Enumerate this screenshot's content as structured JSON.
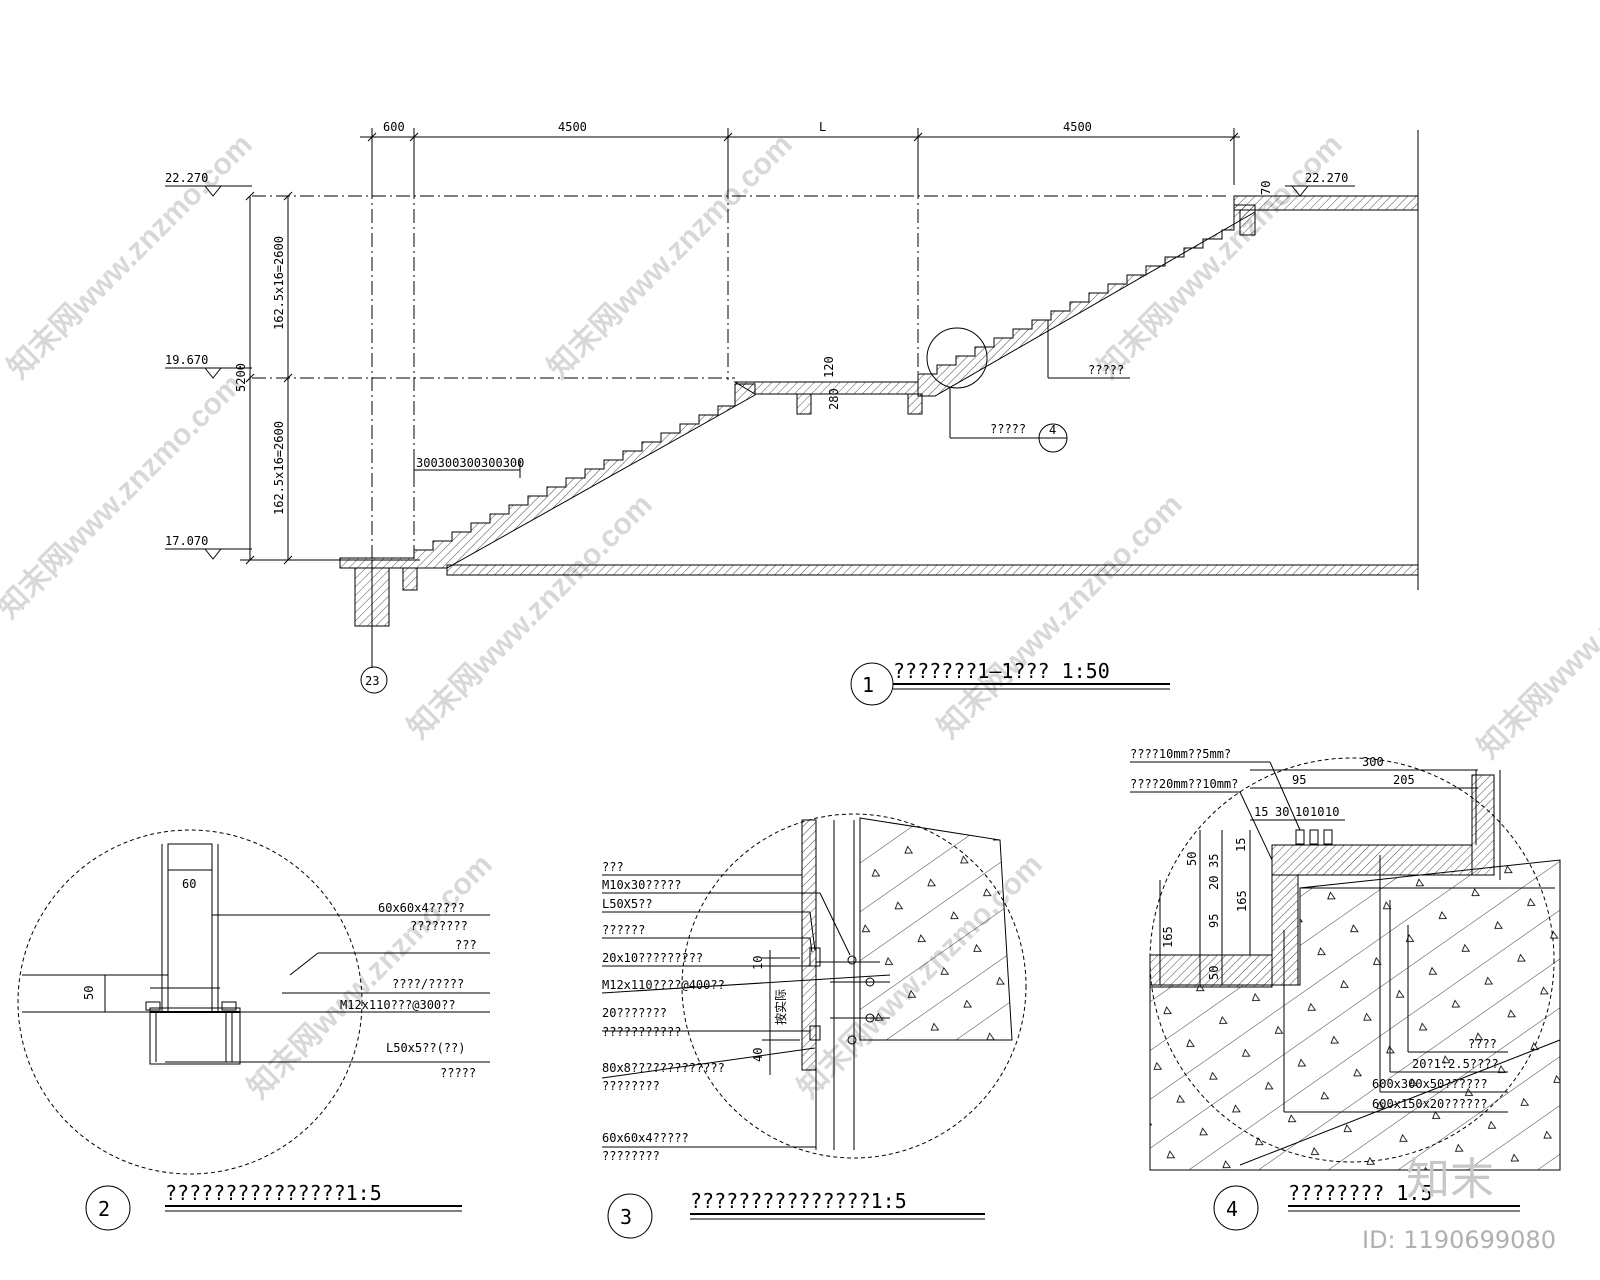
{
  "watermark": {
    "text": "知末网www.znzmo.com",
    "logo": "知末",
    "id": "ID: 1190699080"
  },
  "section1": {
    "dims_top": [
      "600",
      "4500",
      "L",
      "4500"
    ],
    "levels": [
      "22.270",
      "19.670",
      "17.070",
      "22.270"
    ],
    "dims_left": [
      "162.5x16=2600",
      "162.5x16=2600",
      "5200"
    ],
    "tread_dims": "300300300300300",
    "landing_dims": [
      "120",
      "280"
    ],
    "top_dim": "70",
    "callout_a": "?????",
    "callout_b": "?????",
    "grid_label": "23",
    "detail_ref": "4",
    "title": "???????1—1??? 1:50",
    "num": "1"
  },
  "detail2": {
    "num": "2",
    "title": "???????????????1:5",
    "dim_60": "60",
    "dim_50": "50",
    "labels": [
      "60x60x4?????",
      "????????",
      "???",
      "????/?????",
      "M12x110???@300??",
      "L50x5??(??)",
      "?????"
    ]
  },
  "detail3": {
    "num": "3",
    "title": "???????????????1:5",
    "dims": [
      "10",
      "40"
    ],
    "vert_label": "按实际",
    "labels": [
      "???",
      "M10x30?????",
      "L50X5??",
      "??????",
      "20x10?????????",
      "M12x110????@400??",
      "20???????",
      "???????????",
      "80x8?????????????",
      "????????",
      "60x60x4?????",
      "????????"
    ]
  },
  "detail4": {
    "num": "4",
    "title": "???????? 1:5",
    "top_dims": [
      "300",
      "95",
      "205",
      "15",
      "30",
      "10",
      "10",
      "10"
    ],
    "side_dims": [
      "15",
      "50",
      "35",
      "20",
      "165",
      "95",
      "165",
      "50"
    ],
    "labels_top": [
      "????10mm??5mm?",
      "????20mm??10mm?"
    ],
    "labels_bottom": [
      "????",
      "20?1:2.5????",
      "600x300x50??????",
      "600x150x20??????"
    ]
  }
}
